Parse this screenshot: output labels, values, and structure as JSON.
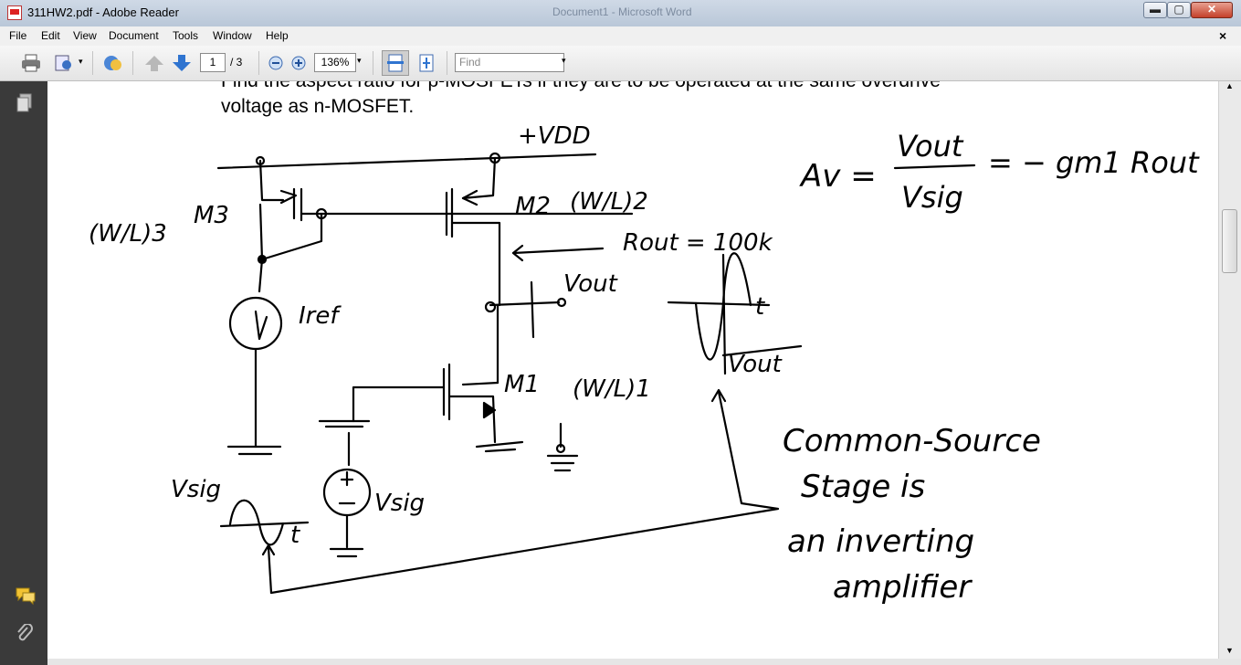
{
  "window": {
    "title": "311HW2.pdf - Adobe Reader",
    "background_title": "Document1 - Microsoft Word",
    "minimize": "▬",
    "maximize": "▢",
    "close": "✕"
  },
  "menu": {
    "items": [
      "File",
      "Edit",
      "View",
      "Document",
      "Tools",
      "Window",
      "Help"
    ],
    "close_doc": "×"
  },
  "toolbar": {
    "page_current": "1",
    "page_total": "/ 3",
    "zoom": "136%",
    "find_placeholder": "Find"
  },
  "document": {
    "text_line1": "Find the aspect ratio for p-MOSFETs if they are to be operated at the same overdrive",
    "text_line2": "voltage as n-MOSFET.",
    "handwriting": {
      "vdd": "+VDD",
      "m3": "M3",
      "w_l_3": "(W/L)3",
      "m2": "M2",
      "w_l_2": "(W/L)2",
      "rout": "Rout = 100k",
      "vout": "Vout",
      "iref": "Iref",
      "m1": "M1",
      "w_l_1": "(W/L)1",
      "vsig_source": "Vsig",
      "vsig_wave": "Vsig",
      "t1": "t",
      "t2": "t",
      "vout_wave": "Vout",
      "gain_lhs": "Av =",
      "gain_num": "Vout",
      "gain_den": "Vsig",
      "gain_rhs": "= − gm1 Rout",
      "note_line1": "Common-Source",
      "note_line2": "Stage is",
      "note_line3": "an inverting",
      "note_line4": "amplifier"
    }
  },
  "colors": {
    "ink": "#000000",
    "left_nav": "#3a3a3a",
    "title_bar": "#c4d1e1"
  }
}
